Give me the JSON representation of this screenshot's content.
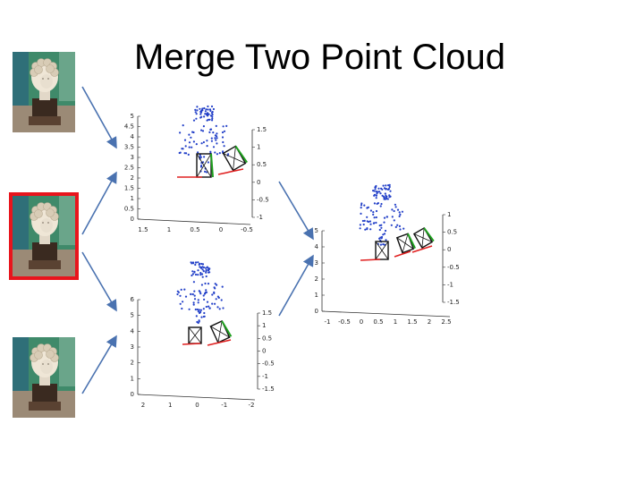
{
  "slide": {
    "title": "Merge Two Point Cloud"
  },
  "photos": [
    {
      "name": "statue-photo-1",
      "selected": false
    },
    {
      "name": "statue-photo-2",
      "selected": true
    },
    {
      "name": "statue-photo-3",
      "selected": false
    }
  ],
  "plots": {
    "top": {
      "y_ticks": [
        "5",
        "4.5",
        "4",
        "3.5",
        "3",
        "2.5",
        "2",
        "1.5",
        "1",
        "0.5",
        "0"
      ],
      "x_ticks": [
        "1.5",
        "1",
        "0.5",
        "0",
        "-0.5"
      ],
      "z_ticks": [
        "1.5",
        "1",
        "0.5",
        "0",
        "-0.5",
        "-1"
      ]
    },
    "bottom": {
      "y_ticks": [
        "6",
        "5",
        "4",
        "3",
        "2",
        "1",
        "0"
      ],
      "x_ticks": [
        "2",
        "1",
        "0",
        "-1",
        "-2"
      ],
      "z_ticks": [
        "1.5",
        "1",
        "0.5",
        "0",
        "-0.5",
        "-1",
        "-1.5"
      ]
    },
    "merged": {
      "y_ticks": [
        "5",
        "4",
        "3",
        "2",
        "1",
        "0"
      ],
      "x_ticks": [
        "-1",
        "-0.5",
        "0",
        "0.5",
        "1",
        "1.5",
        "2",
        "2.5"
      ],
      "z_ticks": [
        "1",
        "0.5",
        "0",
        "-0.5",
        "-1",
        "-1.5"
      ]
    }
  },
  "colors": {
    "selection": "#e8141c",
    "arrow": "#4a72b0",
    "points": "#2340c8",
    "camera_red": "#e02020",
    "camera_green": "#1fa01f"
  }
}
